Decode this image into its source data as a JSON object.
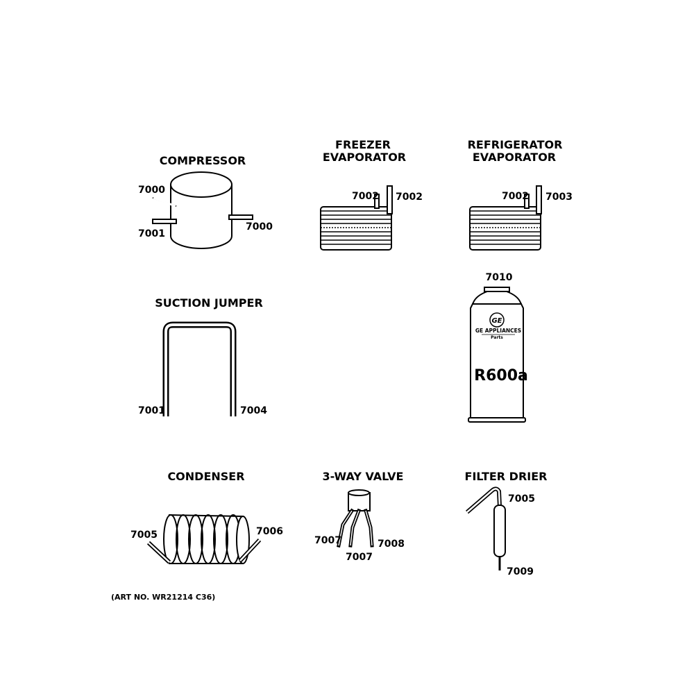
{
  "sections": {
    "compressor": {
      "title": "COMPRESSOR",
      "callouts": [
        "7000",
        "7001",
        "7000"
      ]
    },
    "freezer_evaporator": {
      "title_line1": "FREEZER",
      "title_line2": "EVAPORATOR",
      "callouts": [
        "7002",
        "7002"
      ]
    },
    "refrigerator_evaporator": {
      "title_line1": "REFRIGERATOR",
      "title_line2": "EVAPORATOR",
      "callouts": [
        "7002",
        "7003"
      ]
    },
    "suction_jumper": {
      "title": "SUCTION JUMPER",
      "callouts": [
        "7001",
        "7004"
      ]
    },
    "refrigerant_can": {
      "callout": "7010",
      "brand": "GE APPLIANCES",
      "brand_sub": "Parts",
      "logo_text": "GE",
      "product": "R600a"
    },
    "condenser": {
      "title": "CONDENSER",
      "callouts": [
        "7005",
        "7006"
      ]
    },
    "three_way_valve": {
      "title": "3-WAY VALVE",
      "callouts": [
        "7007",
        "7007",
        "7008"
      ]
    },
    "filter_drier": {
      "title": "FILTER DRIER",
      "callouts": [
        "7005",
        "7009"
      ]
    }
  },
  "art_number": "(ART NO. WR21214 C36)"
}
